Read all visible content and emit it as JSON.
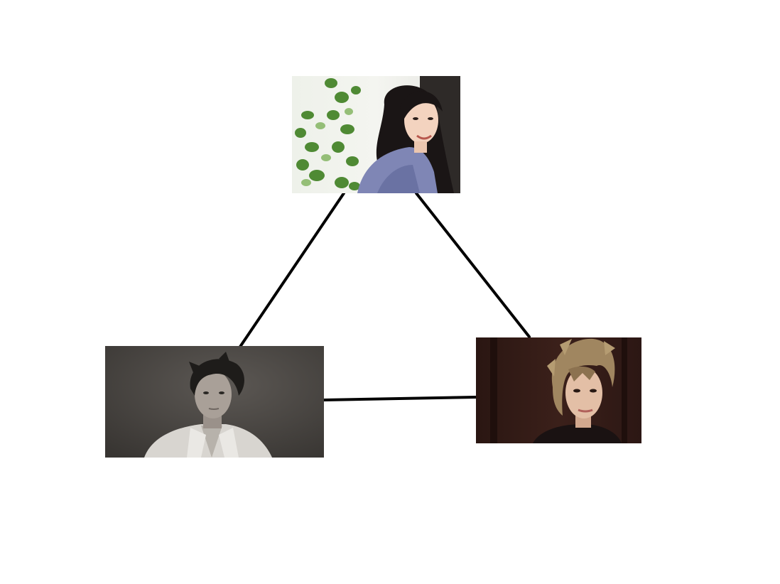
{
  "diagram": {
    "type": "triangle",
    "nodes": [
      {
        "id": "top",
        "icon": "portrait-woman-smiling-icon"
      },
      {
        "id": "left",
        "icon": "portrait-man-white-shirt-icon"
      },
      {
        "id": "right",
        "icon": "portrait-man-long-hair-icon"
      }
    ],
    "edges": [
      {
        "from": "top",
        "to": "left"
      },
      {
        "from": "top",
        "to": "right"
      },
      {
        "from": "left",
        "to": "right"
      }
    ],
    "colors": {
      "background": "#ffffff",
      "line": "#000000"
    }
  }
}
